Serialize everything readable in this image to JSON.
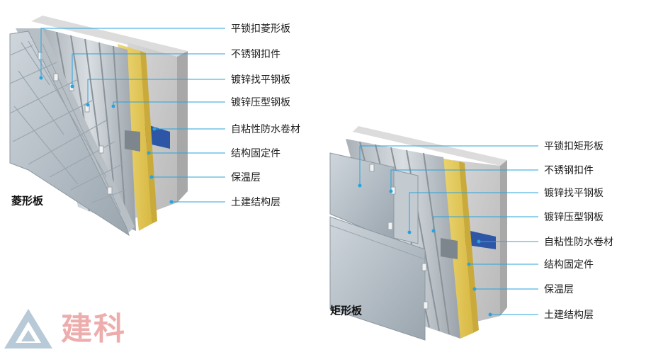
{
  "colors": {
    "leader": "#2aa3dc",
    "label": "#222222",
    "concrete": "#c9c9c9",
    "insulation": "#e3c85a",
    "membrane": "#2d57a6",
    "panel": "#b7bfc7",
    "logo_red": "#e06b6b",
    "logo_blue": "#7fa0b8"
  },
  "left": {
    "title": "菱形板",
    "labels": [
      "平锁扣菱形板",
      "不锈钢扣件",
      "镀锌找平钢板",
      "镀锌压型钢板",
      "自粘性防水卷材",
      "结构固定件",
      "保温层",
      "土建结构层"
    ]
  },
  "right": {
    "title": "矩形板",
    "labels": [
      "平锁扣矩形板",
      "不锈钢扣件",
      "镀锌找平钢板",
      "镀锌压型钢板",
      "自粘性防水卷材",
      "结构固定件",
      "保温层",
      "土建结构层"
    ]
  },
  "logo": {
    "text": "建科",
    "icon": "triangle-logo-icon"
  }
}
